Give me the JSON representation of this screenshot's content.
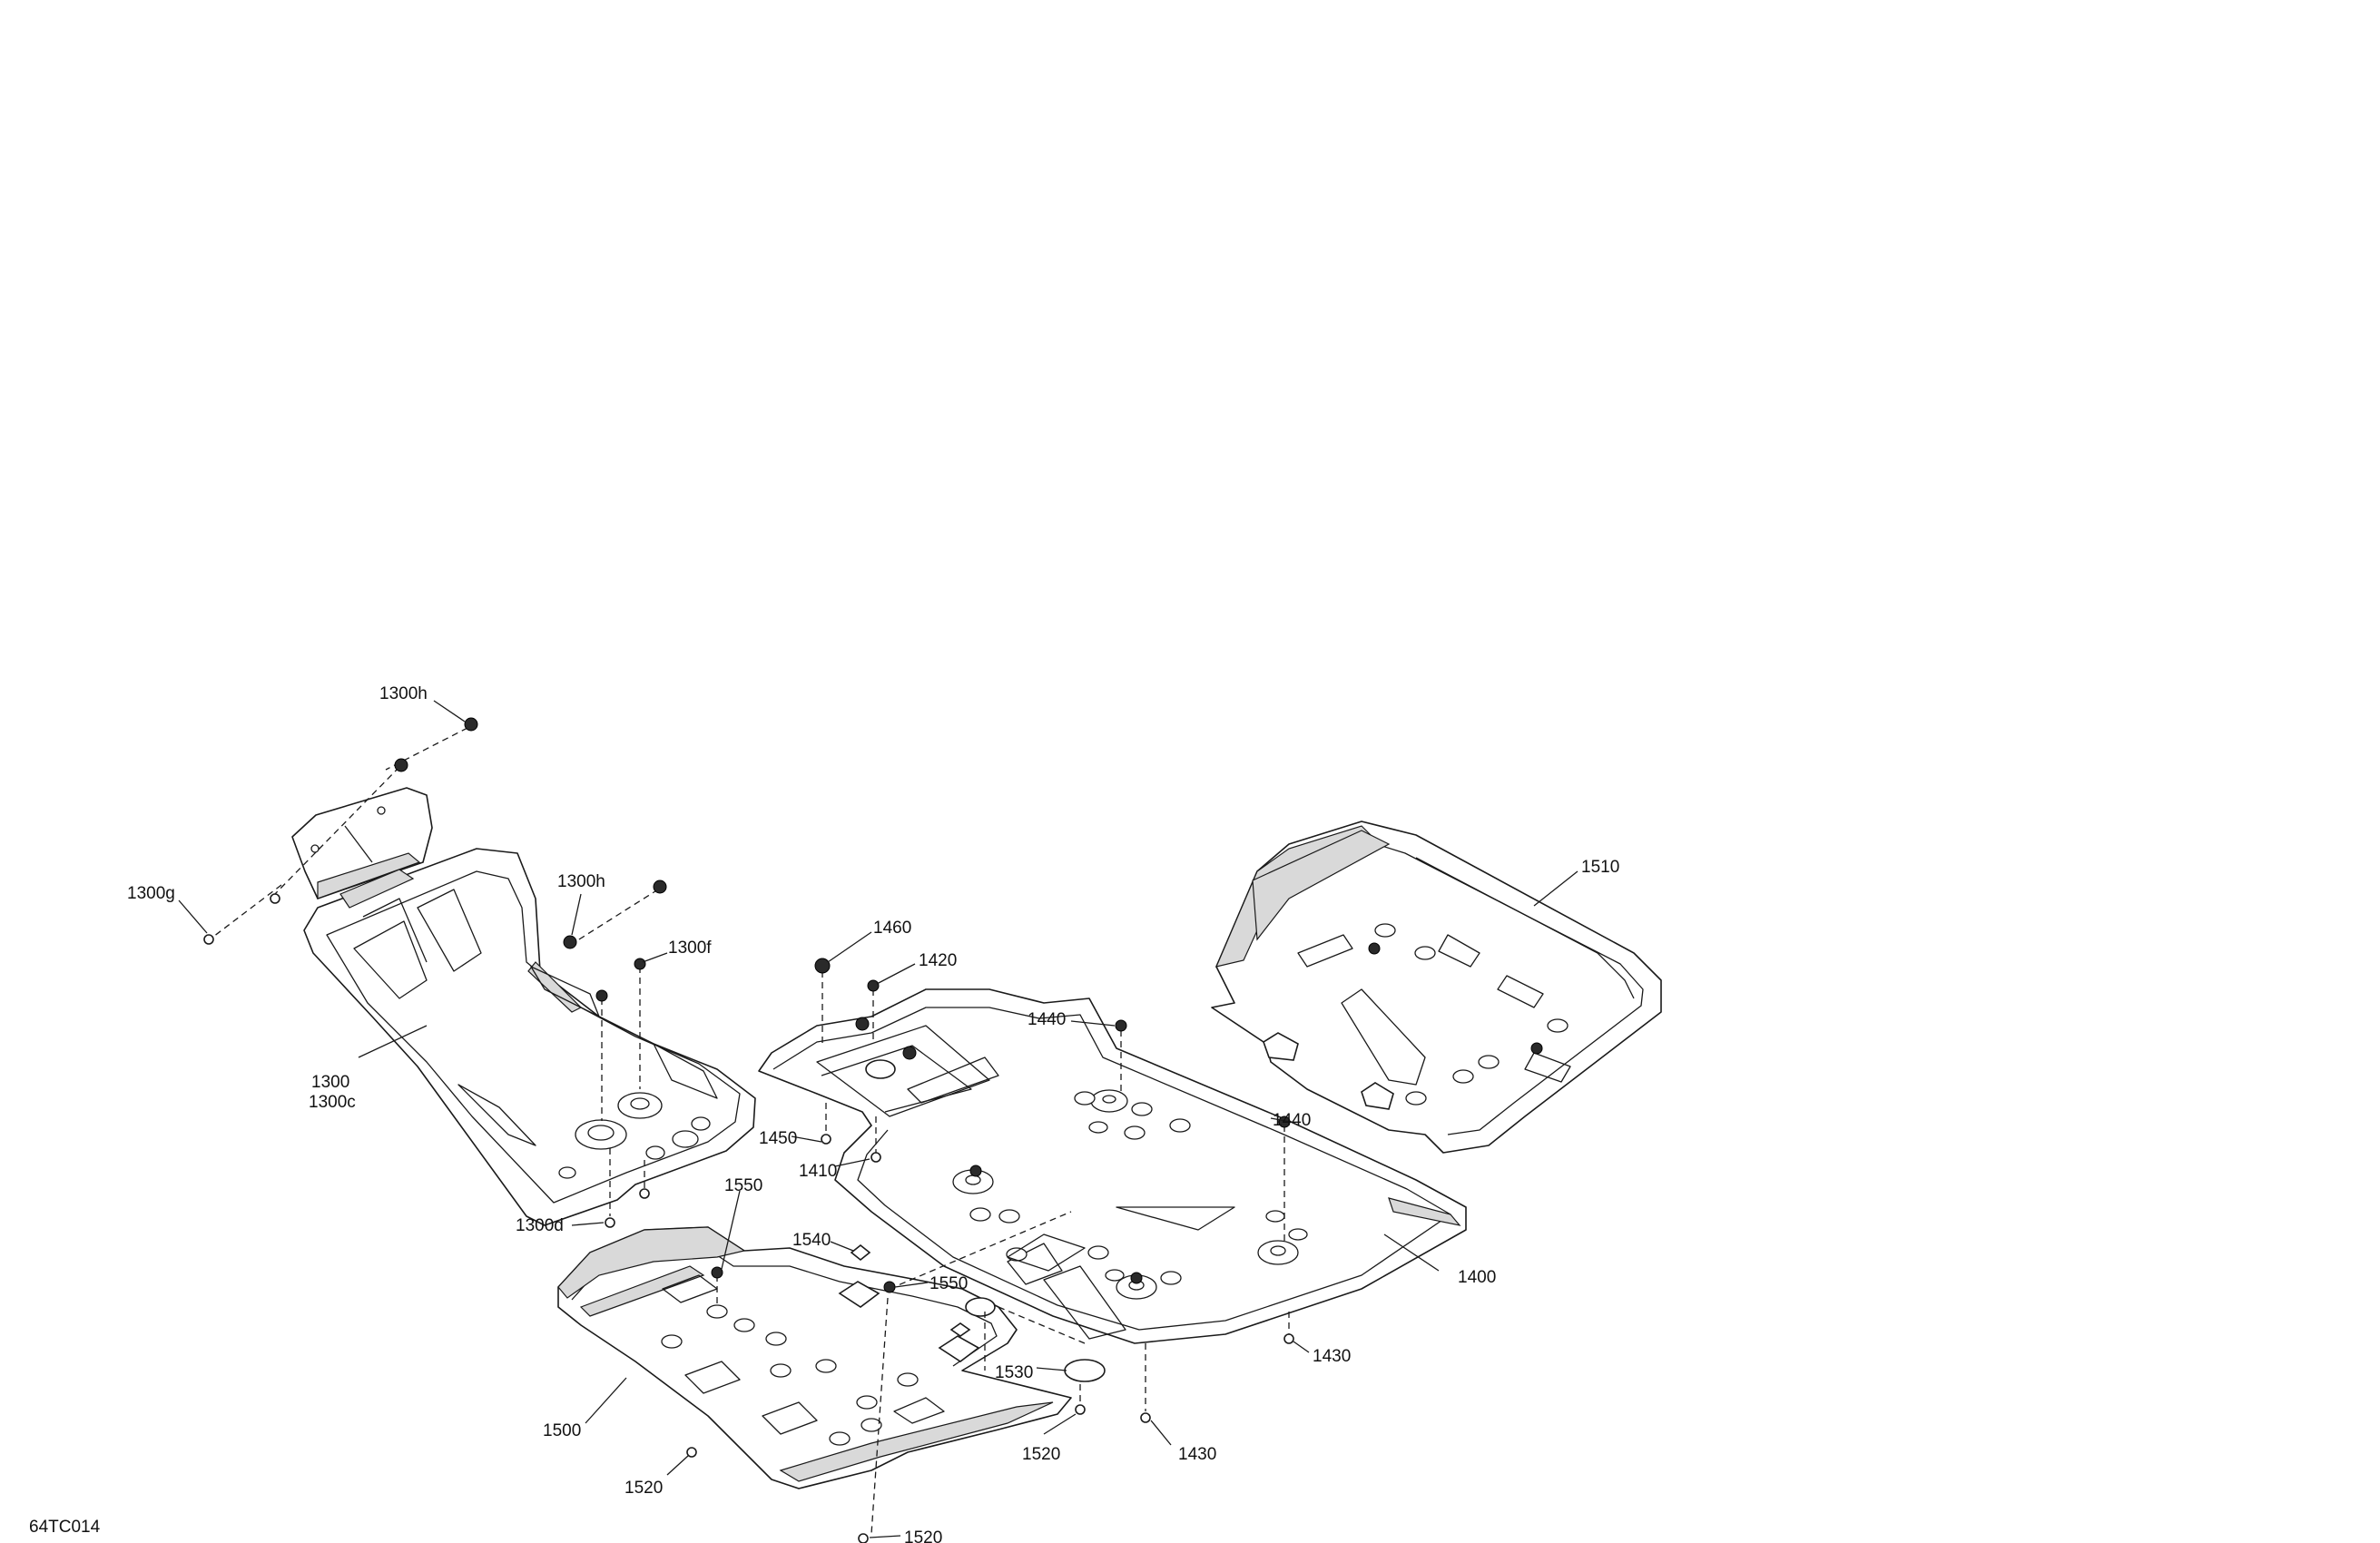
{
  "figure_code": "64TC014",
  "callouts": [
    {
      "id": "1300h-a",
      "text": "1300h"
    },
    {
      "id": "1300g",
      "text": "1300g"
    },
    {
      "id": "1300h-b",
      "text": "1300h"
    },
    {
      "id": "1300f",
      "text": "1300f"
    },
    {
      "id": "1300",
      "text": "1300"
    },
    {
      "id": "1300c",
      "text": "1300c"
    },
    {
      "id": "1300d",
      "text": "1300d"
    },
    {
      "id": "1460",
      "text": "1460"
    },
    {
      "id": "1420",
      "text": "1420"
    },
    {
      "id": "1440-a",
      "text": "1440"
    },
    {
      "id": "1440-b",
      "text": "1440"
    },
    {
      "id": "1450",
      "text": "1450"
    },
    {
      "id": "1410",
      "text": "1410"
    },
    {
      "id": "1400",
      "text": "1400"
    },
    {
      "id": "1430-a",
      "text": "1430"
    },
    {
      "id": "1430-b",
      "text": "1430"
    },
    {
      "id": "1510",
      "text": "1510"
    },
    {
      "id": "1550-a",
      "text": "1550"
    },
    {
      "id": "1540",
      "text": "1540"
    },
    {
      "id": "1550-b",
      "text": "1550"
    },
    {
      "id": "1530",
      "text": "1530"
    },
    {
      "id": "1520-a",
      "text": "1520"
    },
    {
      "id": "1520-b",
      "text": "1520"
    },
    {
      "id": "1520-c",
      "text": "1520"
    },
    {
      "id": "1500",
      "text": "1500"
    }
  ]
}
